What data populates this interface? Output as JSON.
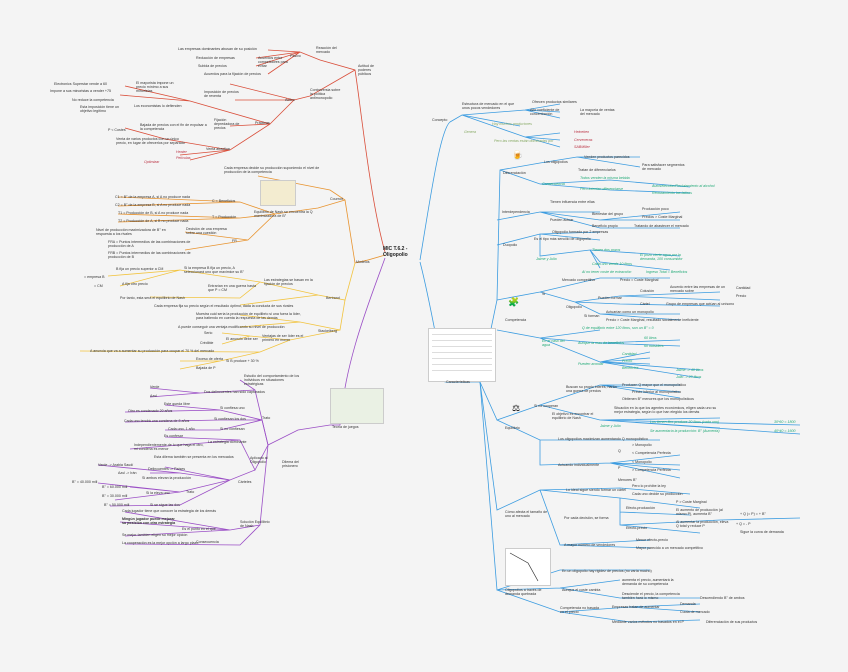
{
  "root": "MIC T.6.2 - Oligopolio",
  "colors": {
    "red": "#d94e3a",
    "orange": "#e89430",
    "yellow": "#f2c440",
    "purple": "#9b4fc6",
    "blue": "#3c9ce0",
    "teal": "#27a6a6",
    "pink": "#d65aa0"
  },
  "left": {
    "actitud": {
      "label": "Actitud de poderes públicos",
      "pasivo": "Pasivo",
      "reaccion": "Reacción del mercado",
      "pasivo_items": [
        "Las empresas dominantes abusan de su posición",
        "Reducción de empresas",
        "Subida de precios"
      ],
      "acuerdos": "Acuerdos entre competidores para evitar",
      "pasivo_item2": "Acuerdos para la fijación de precios",
      "activo": "Activo",
      "controversia": "Controversia sobre la política antimonopolio",
      "mal": "El mayorista impone un precio mínimo a sus minoristas",
      "impo": "Imposición de precios de reventa",
      "prac": "Prácticas",
      "ventas": "Venta atractiva",
      "fij": "Fijación depredadora de precios",
      "fij_d": "Bajada de precios con el fin de expulsar a la competencia",
      "left_items": [
        "Electronics Superstar vende a 60",
        "Impone a sus minoristas a vender +75",
        "No reduce la competencia",
        "Los economistas lo defienden",
        "Esta imposición tiene un objetivo legítimo",
        "P < Costes"
      ],
      "venta_d": "Venta de varios productos con un único precio, en lugar de ofrecerlos por separado",
      "heater": "Heater",
      "pelicula": "Películas",
      "optimizar": "Optimizar"
    },
    "modelos": {
      "label": "Modelos",
      "cournot": "Cournot",
      "cournot_d": "Cada empresa decide su producción suponiendo el nivel de producción de la competencia",
      "eq": "Equilibrio de Nash se encuentra la Q maximizadora de B°",
      "c_ben": "C = Beneficios",
      "t_prod": "T = Producción",
      "c1": "C1 = B° de la empresa A, si A no produce nada",
      "c2": "C2 = B° de la empresa B, si A no produce nada",
      "t1": "T1 = Producción de B, si A no produce nada",
      "t2": "T2 = Producción de A, si B no produce nada",
      "fr": "FR",
      "decision": "Decisión de una empresa sobre una cuestión",
      "nivel": "Nivel de producción maximizadora de B° en respuesta a los rivales",
      "fra": "FRA = Puntos intermedios de las combinaciones de producción de A",
      "frb": "FRB = Puntos intermedios de las combinaciones de producción de B",
      "bertrand": "Bertrand",
      "estrat": "Las estrategias se basan en la fijación de precios",
      "b1": "B fija un precio superior a CM",
      "b2": "Si la empresa B fija un precio, A seleccionará uno que maximice su B°",
      "b3": "= empresa B",
      "b4": "= CM",
      "b5": "A fija otro precio",
      "entran": "Entrarían en una guerra hasta que P = CM",
      "b6": "Por tanto, esta será el equilibrio de Nash",
      "b7": "Cada empresa fija su precio según el resultado óptimo, dada la conducta de sus rivales",
      "stack": "Stackelberg",
      "s1": "Muestra cuál sería la producción de equilibrio si una fuera la líder, para batiendo en cuenta la respuesta de las demás",
      "s2": "A puede conseguir una ventaja modificando su nivel de producción",
      "ventajas": "Ventajas de ser líder es el primero en mover",
      "v1": "Serio",
      "v2": "Crédible",
      "v3": "El anuncio debe ser",
      "v4": "A anuncia que va a aumentar su producción para ocupar el 70 % del mercado",
      "v5": "Exceso de oferta",
      "v6": "Si B produce + 30 %",
      "v7": "Bajada de P"
    },
    "teoria": {
      "label": "Teoría de juegos",
      "estudio": "Estudio del comportamiento de los individuos en situaciones estratégicas",
      "dilema": "Dilema del prisionero",
      "d1": "Dos delincuentes han sido capturados",
      "verde": "Verde",
      "azul": "Azul",
      "trato": "Trato",
      "si_conf_uno": "Si confiesa uno",
      "d2": "Este queda libre",
      "d3": "Otro es condenado 20 años",
      "si_conf_dos": "Si confiesan los dos",
      "d4": "Cada uno tendrá una condena de 8 años",
      "no_conf": "Si no confiesan",
      "d5": "Cada uno, 1 año",
      "aplicado": "Aplicado al Oligopolio",
      "confesar": "Es confesar",
      "estr": "La estrategia dominante",
      "ind": "Independientemente de lo que haga el otro, mi condena es menor",
      "cart": "Cárteles",
      "carts": "Esta dilema también se presenta en los mercados",
      "delinc": "Delincuentes -> Países",
      "vend": "Verde -> Arabia Saudí",
      "az": "Azul -> Irán",
      "si_ambos": "Si ambos elevan la producción",
      "t1": "B° = 40.000 mill",
      "sieleva": "Si la eleva uno",
      "t2": "B° = 60.000 mill",
      "t3": "B° = 30.000 mill",
      "sisigue": "Si se sigue las dos",
      "t4": "B° = 50.000 mill",
      "sol": "Solución Equilibrio de Nash",
      "s1": "Cada jugador tiene que conocer la estrategia de los demás",
      "s2": "Mingún jugador puede mejorar su posición con otra estrategia",
      "s3": "Es el punto en el que",
      "s4": "Se mejor-tambien eligen su mejor opción",
      "cons": "Consecuencia",
      "s5": "La cooperación es la mejor opción a largo plazo"
    }
  },
  "right": {
    "concepto": {
      "label": "Concepto",
      "estr": "Estructura de mercado en el que unos pocos vendedores",
      "c1": "Ofrecen productos similares",
      "c2": "Alto coeficiente de concentración",
      "c3": "La mayoría de ventas del mercado",
      "c4": "Hay muchos productores",
      "genera": "Genera",
      "c5": "Pero las ventas están dominadas por",
      "c6": "Heineken",
      "c7": "Cerveceras",
      "c8": "SABMiller"
    },
    "car": {
      "label": "Características",
      "dif": "Diferenciación",
      "d1": "Los oligopolios",
      "d2": "Venden productos parecidos",
      "d3": "Tratan de diferenciarlos",
      "d4": "Para satisfacer segmentos de mercado",
      "consecuencia": "Consecuencia",
      "d5": "Todos venden la misma bebida",
      "d6": "Pero intentan diferenciarse",
      "d7": "Autoselección/Reclutamiento al alcohol",
      "d8": "Reclutamiento las latinos",
      "interdep": "Interdependencia",
      "i1": "Tienen influencia entre ellas",
      "i2": "Bienestar del grupo",
      "i3": "Producción poco",
      "i4": "Precios > Coste Marginal",
      "pueden": "Pueden actuar",
      "i5": "Beneficio propio",
      "i6": "Tratando de abastecer el mercado",
      "duopolio": "Duopolio",
      "du1": "Oligopolio formado por 2 empresas",
      "du2": "Es el tipo más sencillo de oligopolio",
      "jaime": "Jaime y Julio",
      "du3": "Tienen dos pozos",
      "du4": "El pozo vierte agua por la demanda, 100 consumidor",
      "du5": "Cada uno vende 10 litros",
      "du6": "Al no tener coste de extracción",
      "du7": "Ingreso Total = Beneficios",
      "comp": "Competencia",
      "si": "Si",
      "co1": "Mercado competitivo",
      "co2": "Precio = Coste Marginal",
      "oligop": "Oligopolio",
      "co3": "Pueden formar",
      "co4": "Colusión",
      "co5": "Acuerdo entre las empresas de un mercado sobre",
      "co6": "Cantidad",
      "co7": "Precio",
      "co8": "Grupo de empresas que actúan al unísono",
      "cartel": "Cártel",
      "co9": "Si forman",
      "co10": "Actuarían como un monopolio",
      "co11": "Precio > Coste Marginal, resultado socialmente ineficiente",
      "ejemplo": "En el caso del agua",
      "e1": "Q de equilibrio entre 120 litros, son un B° = 0",
      "e2": "Aunque la mas de beneficios",
      "e3": "60 litros",
      "e4": "60 outsiders",
      "e5": "Pueden acordar",
      "e6": "Cantidad",
      "e7": "Precio",
      "e8": "Beneficios",
      "e9": "Jaime -> 40 litros",
      "e10": "Julio -> 20 litros"
    },
    "equi": {
      "label": "Equilibrio",
      "e1": "Si no cooperan",
      "e2": "Buscan su propio interés, harán una guerra de precios",
      "e3": "Producen Q mayor que el monopolístico",
      "e4": "Precio inferior al monopolístico",
      "e5": "Obtienen B° menores que los monopolísticos",
      "e6": "El objetivo es encontrar el equilibrio de Nash",
      "e7": "Situación en la que los agentes económicos, eligen cada uno su mejor estrategia, según lo que han elegido los demás",
      "e8": "Jaime y Julio",
      "e9": "Los tienen litro produce 30 litros (cada uno)",
      "e10": "30*60 = 1800",
      "e11": "Se aumentaría la producción: B° (Aumenta)",
      "e12": "40*40 = 1600",
      "e13": "Los oligopolios maximizan aumentando Q monopolístico",
      "act": "Actuando individualmente",
      "e14": "Q",
      "e15": "P",
      "e16": "> Monopolio",
      "e17": "< Competencia Perfecta",
      "e18": "< Monopolio",
      "e19": "> Competencia Perfecta",
      "e20": "Menores B°"
    },
    "tam": {
      "label": "Cómo afecta el tamaño de uno al mercado",
      "t1": "Lo ideal sigue siendo formar un cártel",
      "t2": "Pero lo prohíbe la ley",
      "t3": "Cada uno decide su producción",
      "por": "Por cada decisión, se forma",
      "ef1": "Efecto-producción",
      "t4": "P > Coste Marginal",
      "t5": "El aumento de producción (al mismo P), aumenta B°",
      "t6": "+ Q (= P) = + B°",
      "ef2": "Efecto-precio",
      "t7": "Al aumentar la producción, eleva Q total y reduce P",
      "t8": "+ Q = - P",
      "t9": "Sigue la curva de demanda",
      "t10": "A mayor número de vendedores",
      "t11": "Menor efecto-precio",
      "t12": "Mayor parecido a un mercado competitivo"
    },
    "olig": {
      "label": "Oligopolios a través de demanda quebrada",
      "o1": "En un oligopolio hay rigidez de precios (no varía mucho)",
      "o2": "Aunque el coste cambia",
      "o3": "aumenta el precio, aumentará la demanda de su competencia",
      "o4": "Desciende el precio, la competencia también hará lo mismo",
      "o5": "Descendiendo B° de ambos",
      "o6": "Competencia no basada en el precio",
      "o7": "Empresas tratan de aumentar",
      "o8": "Demanda",
      "o9": "Cuota de mercado",
      "o10": "Mediante varios métodos no basados en el P",
      "o11": "Diferenciación de sus productos"
    }
  }
}
